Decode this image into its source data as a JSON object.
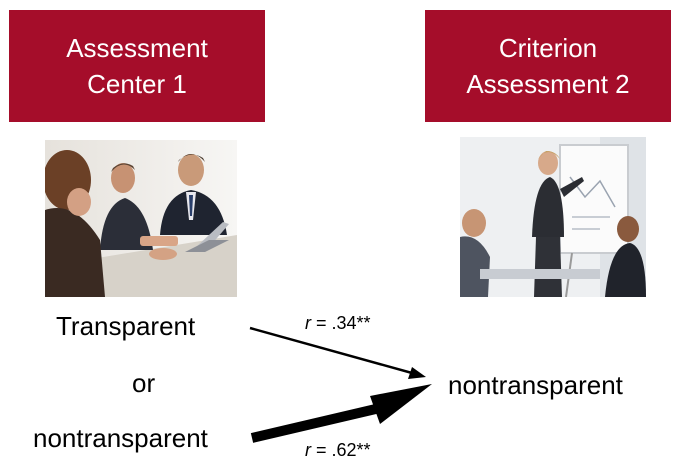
{
  "boxes": {
    "left": {
      "line1": "Assessment",
      "line2": "Center 1"
    },
    "right": {
      "line1": "Criterion",
      "line2": "Assessment 2"
    }
  },
  "colors": {
    "box_fill": "#a50d2a",
    "box_text": "#ffffff"
  },
  "labels": {
    "transparent": "Transparent",
    "or": "or",
    "nontransparent_left": "nontransparent",
    "nontransparent_right": "nontransparent"
  },
  "correlations": {
    "top": {
      "symbol": "r",
      "value": " = .34**"
    },
    "bottom": {
      "symbol": "r",
      "value": " = .62**"
    }
  }
}
